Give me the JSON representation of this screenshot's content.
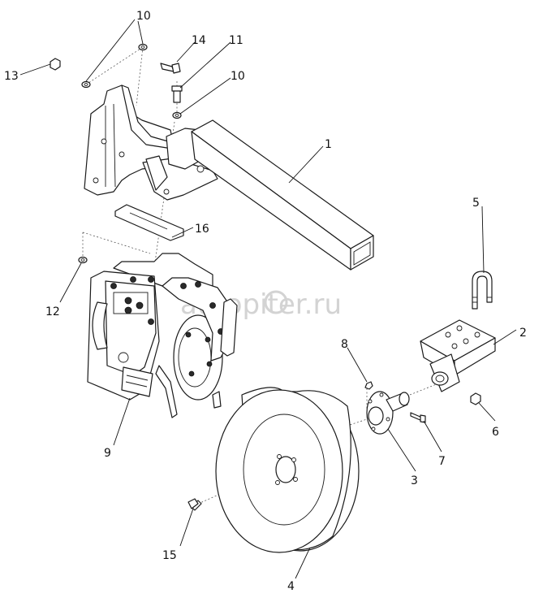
{
  "watermark": "autopiter.ru",
  "callouts": {
    "c1": "1",
    "c2": "2",
    "c3": "3",
    "c4": "4",
    "c5": "5",
    "c6": "6",
    "c7": "7",
    "c8": "8",
    "c9": "9",
    "c10a": "10",
    "c10b": "10",
    "c11": "11",
    "c12": "12",
    "c13": "13",
    "c14": "14",
    "c15": "15",
    "c16": "16"
  }
}
